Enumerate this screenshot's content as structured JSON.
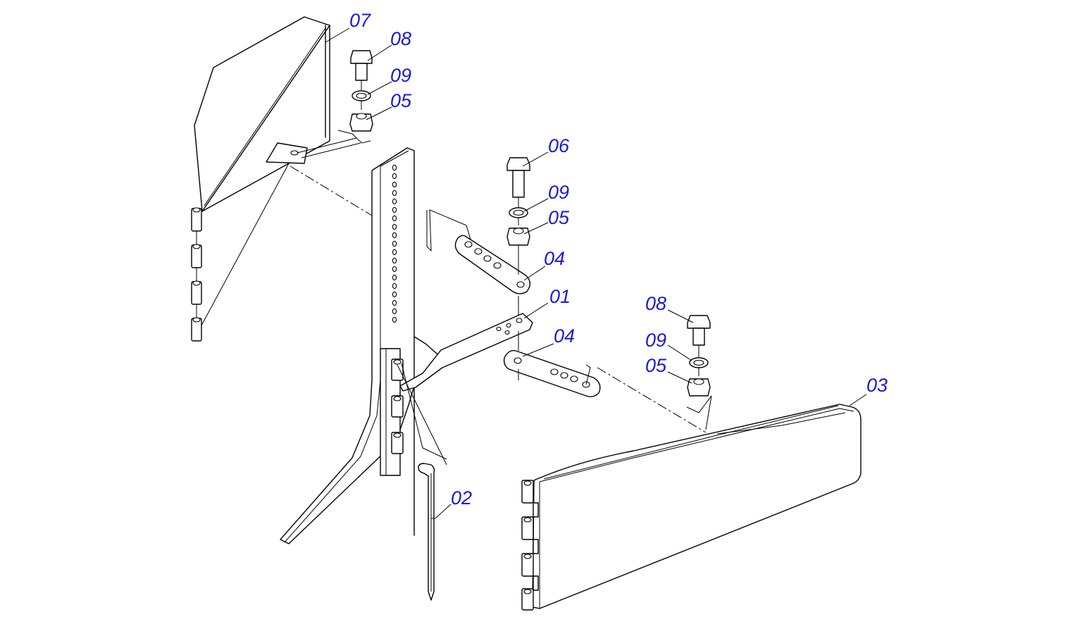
{
  "diagram": {
    "label_color": "#1a1ad6",
    "line_color": "#000000",
    "background": "#ffffff",
    "labels": {
      "p07": "07",
      "p08_top": "08",
      "p09_top": "09",
      "p05_top": "05",
      "p06": "06",
      "p09_mid": "09",
      "p05_mid": "05",
      "p04_upper": "04",
      "p01": "01",
      "p04_lower": "04",
      "p08_right": "08",
      "p09_right": "09",
      "p05_right": "05",
      "p03": "03",
      "p02": "02"
    }
  }
}
